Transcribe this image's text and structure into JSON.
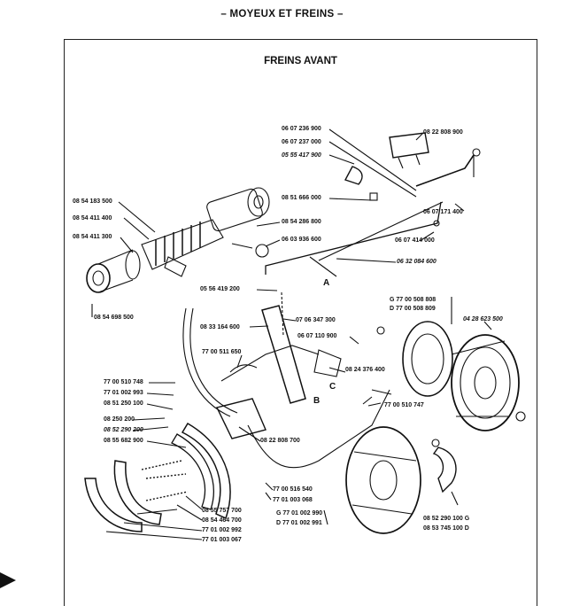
{
  "page": {
    "header": "– MOYEUX ET FREINS –",
    "title": "FREINS AVANT"
  },
  "labels": {
    "l1": "06 07 236 900",
    "l2": "06 07 237 000",
    "l3": "05 55 417 900",
    "l4": "08 22 808 900",
    "l5": "08 51 666 000",
    "l6": "06 07 171 400",
    "l7": "08 54 183 500",
    "l8": "08 54 411 400",
    "l9": "08 54 411 300",
    "l10": "08 54 286 800",
    "l11": "06 03 936 600",
    "l12": "06 07 414 000",
    "l13": "06 32 084 600",
    "l14": "08 54 698 500",
    "l15": "05 56 419 200",
    "l16": "G 77 00 508 808",
    "l17": "D 77 00 508 809",
    "l18": "04 28 623 500",
    "l19": "08 33 164 600",
    "l20": "07 06 347 300",
    "l21": "06 07 110 900",
    "l22": "77 00 511 650",
    "l23": "08 24 376 400",
    "l24": "77 00 510 748",
    "l25": "77 01 002 993",
    "l26": "08 51 250 100",
    "l27": "08   250 200",
    "l28": "08 52 290 200",
    "l29": "08 55 682 900",
    "l30": "77 00 510 747",
    "l31": "08 22 808 700",
    "l32": "77 00 516 540",
    "l33": "77 01 003 068",
    "l34": "08 55 757 700",
    "l35": "08 54 464 700",
    "l36": "77 01 002 992",
    "l37": "77 01 003 067",
    "l38": "G 77 01 002 990",
    "l39": "D 77 01 002 991",
    "l40": "08 52 290 100 G",
    "l41": "08 53 745 100 D"
  },
  "letters": {
    "a": "A",
    "b": "B",
    "c": "C"
  }
}
